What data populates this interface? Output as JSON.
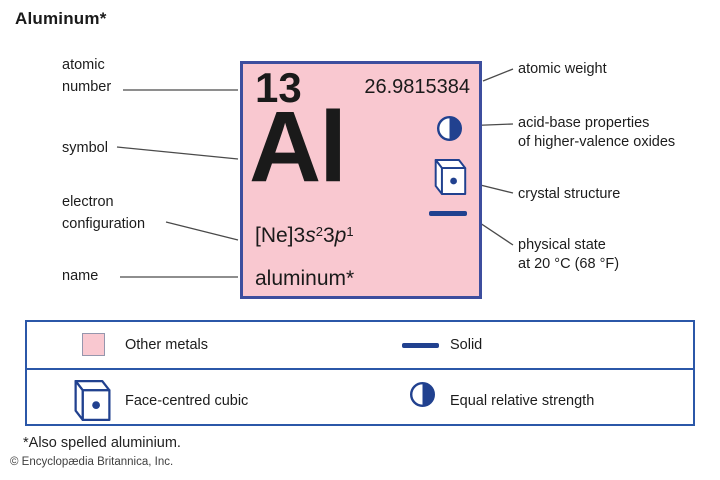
{
  "title": "Aluminum*",
  "colors": {
    "card_fill_pink": "#f9c8d0",
    "card_border_navy": "#3d4e9e",
    "icon_navy": "#21418f",
    "legend_border_blue": "#2b57a8",
    "connector_gray": "#4a4a4a"
  },
  "card": {
    "atomic_number": "13",
    "atomic_weight": "26.9815384",
    "symbol": "Al",
    "electron_configuration": [
      {
        "t": "[Ne]3"
      },
      {
        "t": "s",
        "i": true
      },
      {
        "t": "2",
        "sup": true
      },
      {
        "t": "3"
      },
      {
        "t": "p",
        "i": true
      },
      {
        "t": "1",
        "sup": true
      }
    ],
    "name": "aluminum*",
    "icons": {
      "acid_base": "circle-right-half-filled",
      "crystal_structure": "face-centred-cubic-cube",
      "physical_state": "solid-horizontal-line"
    }
  },
  "labels": {
    "left": [
      {
        "lines": [
          "atomic",
          "number"
        ]
      },
      {
        "lines": [
          "symbol"
        ]
      },
      {
        "lines": [
          "electron",
          "configuration"
        ]
      },
      {
        "lines": [
          "name"
        ]
      }
    ],
    "right": [
      {
        "lines": [
          "atomic weight"
        ]
      },
      {
        "lines": [
          "acid-base properties",
          "of higher-valence oxides"
        ]
      },
      {
        "lines": [
          "crystal structure"
        ]
      },
      {
        "lines": [
          "physical state",
          "at 20 °C (68 °F)"
        ]
      }
    ]
  },
  "legend": {
    "rows": [
      [
        {
          "icon": "pink-swatch",
          "label": "Other metals"
        },
        {
          "icon": "solid-line",
          "label": "Solid"
        }
      ],
      [
        {
          "icon": "face-centred-cubic-cube",
          "label": "Face-centred cubic"
        },
        {
          "icon": "circle-right-half-filled",
          "label": "Equal relative strength"
        }
      ]
    ]
  },
  "footnote": "*Also spelled aluminium.",
  "copyright": "© Encyclopædia Britannica, Inc."
}
